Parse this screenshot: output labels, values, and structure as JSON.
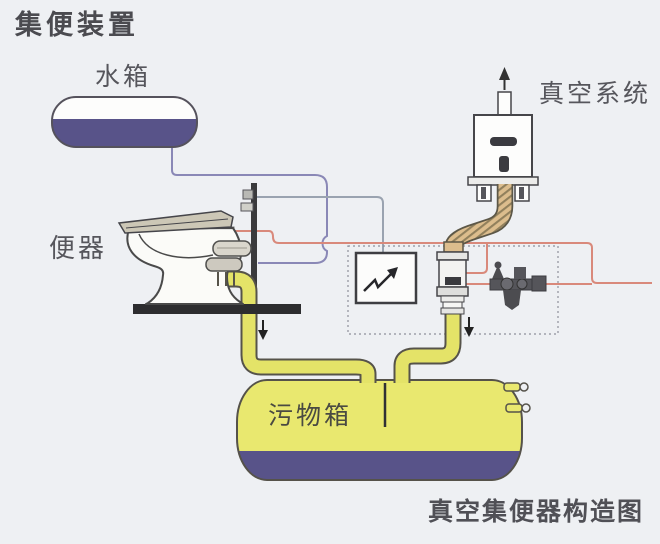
{
  "title": "集便装置",
  "caption": "真空集便器构造图",
  "labels": {
    "water_tank": "水箱",
    "vacuum_system": "真空系统",
    "toilet": "便器",
    "waste_tank": "污物箱"
  },
  "colors": {
    "background": "#eef0f3",
    "tank_purple": "#585389",
    "waste_tank_yellow": "#e9e86f",
    "pipe_yellow": "#e4e368",
    "vacuum_hose_tan": "#dcbd8d",
    "control_line_red": "#d9897b",
    "water_line_blue": "#8a88b6",
    "signal_line_gray": "#9aa3b0",
    "outline_dark": "#46464a",
    "label_text": "#56565c"
  }
}
